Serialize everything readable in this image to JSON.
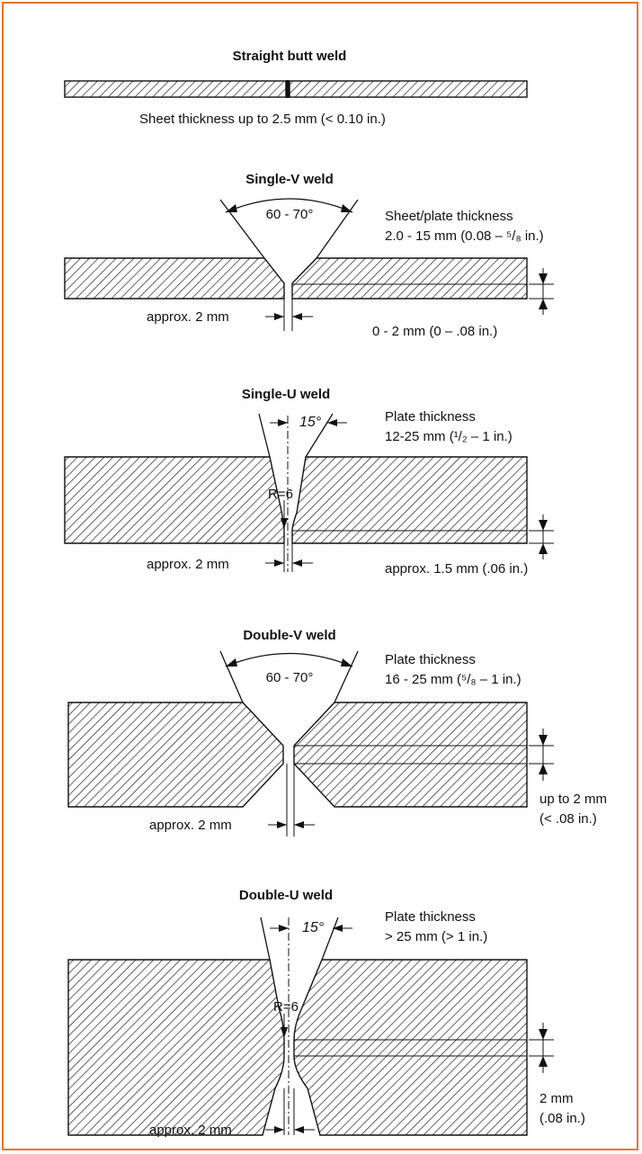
{
  "frame_color": "#e8742a",
  "sections": {
    "straight": {
      "title": "Straight butt weld",
      "thickness": "Sheet thickness up to 2.5 mm (< 0.10 in.)"
    },
    "single_v": {
      "title": "Single-V weld",
      "angle": "60 - 70°",
      "thickness_1": "Sheet/plate thickness",
      "thickness_2": "2.0 - 15 mm (0.08 – ⁵/₈ in.)",
      "gap": "approx. 2 mm",
      "root_face": "0 - 2 mm (0 – .08 in.)"
    },
    "single_u": {
      "title": "Single-U weld",
      "angle": "15°",
      "radius": "R=6",
      "thickness_1": "Plate thickness",
      "thickness_2": "12-25 mm (¹/₂ – 1 in.)",
      "gap": "approx. 2 mm",
      "root_face": "approx. 1.5 mm (.06 in.)"
    },
    "double_v": {
      "title": "Double-V weld",
      "angle": "60 - 70°",
      "thickness_1": "Plate thickness",
      "thickness_2": "16 - 25 mm (⁵/₈ – 1 in.)",
      "gap": "approx. 2 mm",
      "root_face_1": "up to 2 mm",
      "root_face_2": "(< .08 in.)"
    },
    "double_u": {
      "title": "Double-U weld",
      "angle": "15°",
      "radius": "R=6",
      "thickness_1": "Plate thickness",
      "thickness_2": "> 25 mm (> 1 in.)",
      "gap": "approx. 2 mm",
      "root_face_1": "2 mm",
      "root_face_2": "(.08 in.)"
    }
  }
}
